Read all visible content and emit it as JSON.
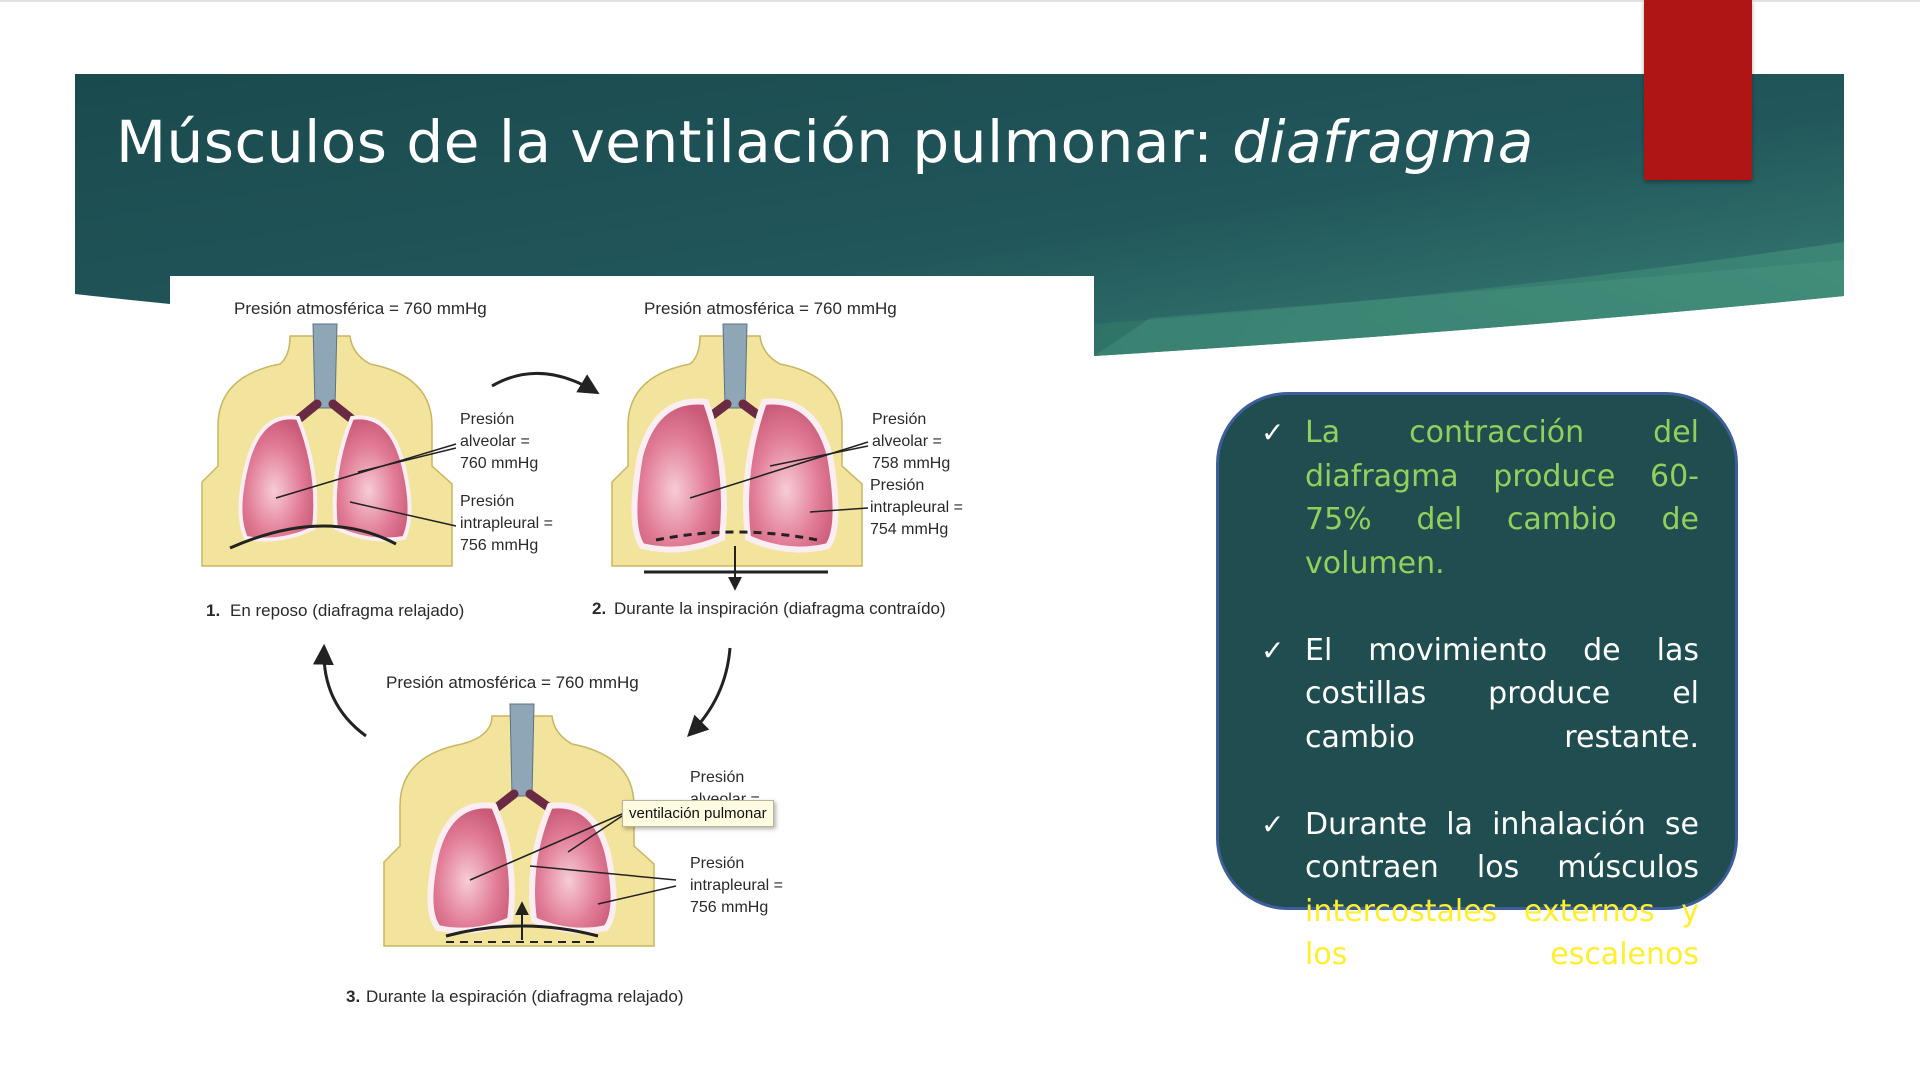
{
  "slide": {
    "title_main": "Músculos de la ventilación pulmonar: ",
    "title_italic": "diafragma"
  },
  "figure": {
    "panel1": {
      "atm": "Presión atmosférica = 760 mmHg",
      "alv": [
        "Presión",
        "alveolar =",
        "760 mmHg"
      ],
      "intra": [
        "Presión",
        "intrapleural =",
        "756 mmHg"
      ],
      "caption_num": "1.",
      "caption": "En reposo (diafragma relajado)"
    },
    "panel2": {
      "atm": "Presión atmosférica = 760 mmHg",
      "alv": [
        "Presión",
        "alveolar =",
        "758 mmHg"
      ],
      "intra": [
        "Presión",
        "intrapleural =",
        "754 mmHg"
      ],
      "caption_num": "2.",
      "caption": "Durante la inspiración (diafragma contraído)"
    },
    "panel3": {
      "atm": "Presión atmosférica = 760 mmHg",
      "alv": [
        "Presión",
        "alveolar ="
      ],
      "intra": [
        "Presión",
        "intrapleural =",
        "756 mmHg"
      ],
      "caption_num": "3.",
      "caption": "Durante la espiración (diafragma relajado)"
    },
    "tooltip": "ventilación pulmonar"
  },
  "callout": {
    "bullets": [
      {
        "text": "La contracción del diafragma produce 60-75% del cambio de volumen."
      },
      {
        "text": "El movimiento de las costillas produce el cambio restante."
      },
      {
        "text": "Durante la inhalación se contraen los músculos ",
        "highlight": "intercostales externos y los escalenos"
      }
    ],
    "check_glyph": "✓"
  },
  "colors": {
    "banner_dark": "#1b4a4e",
    "banner_light": "#347a72",
    "accent_red": "#b01515",
    "callout_bg": "#1f4d50",
    "callout_border": "#3e5e9a",
    "green_text": "#8fd15a",
    "yellow_text": "#ffef2e"
  }
}
